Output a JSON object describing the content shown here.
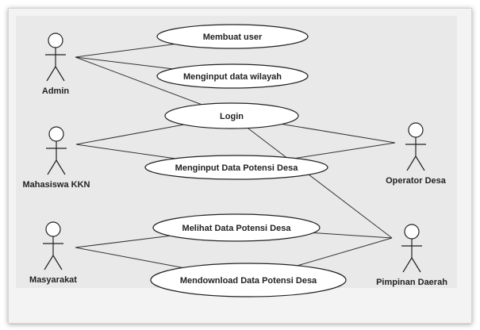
{
  "actors": [
    {
      "id": "admin",
      "label": "Admin"
    },
    {
      "id": "mahasiswa",
      "label": "Mahasiswa KKN"
    },
    {
      "id": "masyarakat",
      "label": "Masyarakat"
    },
    {
      "id": "operator",
      "label": "Operator Desa"
    },
    {
      "id": "pimpinan",
      "label": "Pimpinan Daerah"
    }
  ],
  "use_cases": [
    {
      "id": "membuat-user",
      "label": "Membuat user"
    },
    {
      "id": "menginput-wilayah",
      "label": "Menginput data wilayah"
    },
    {
      "id": "login",
      "label": "Login"
    },
    {
      "id": "menginput-potensi",
      "label": "Menginput Data Potensi Desa"
    },
    {
      "id": "melihat-potensi",
      "label": "Melihat Data Potensi Desa"
    },
    {
      "id": "mendownload-potensi",
      "label": "Mendownload Data Potensi Desa"
    }
  ],
  "associations": [
    [
      "admin",
      "membuat-user"
    ],
    [
      "admin",
      "menginput-wilayah"
    ],
    [
      "admin",
      "login"
    ],
    [
      "mahasiswa",
      "login"
    ],
    [
      "mahasiswa",
      "menginput-potensi"
    ],
    [
      "operator",
      "login"
    ],
    [
      "operator",
      "menginput-potensi"
    ],
    [
      "pimpinan",
      "login"
    ],
    [
      "masyarakat",
      "melihat-potensi"
    ],
    [
      "masyarakat",
      "mendownload-potensi"
    ],
    [
      "pimpinan",
      "melihat-potensi"
    ],
    [
      "pimpinan",
      "mendownload-potensi"
    ]
  ]
}
